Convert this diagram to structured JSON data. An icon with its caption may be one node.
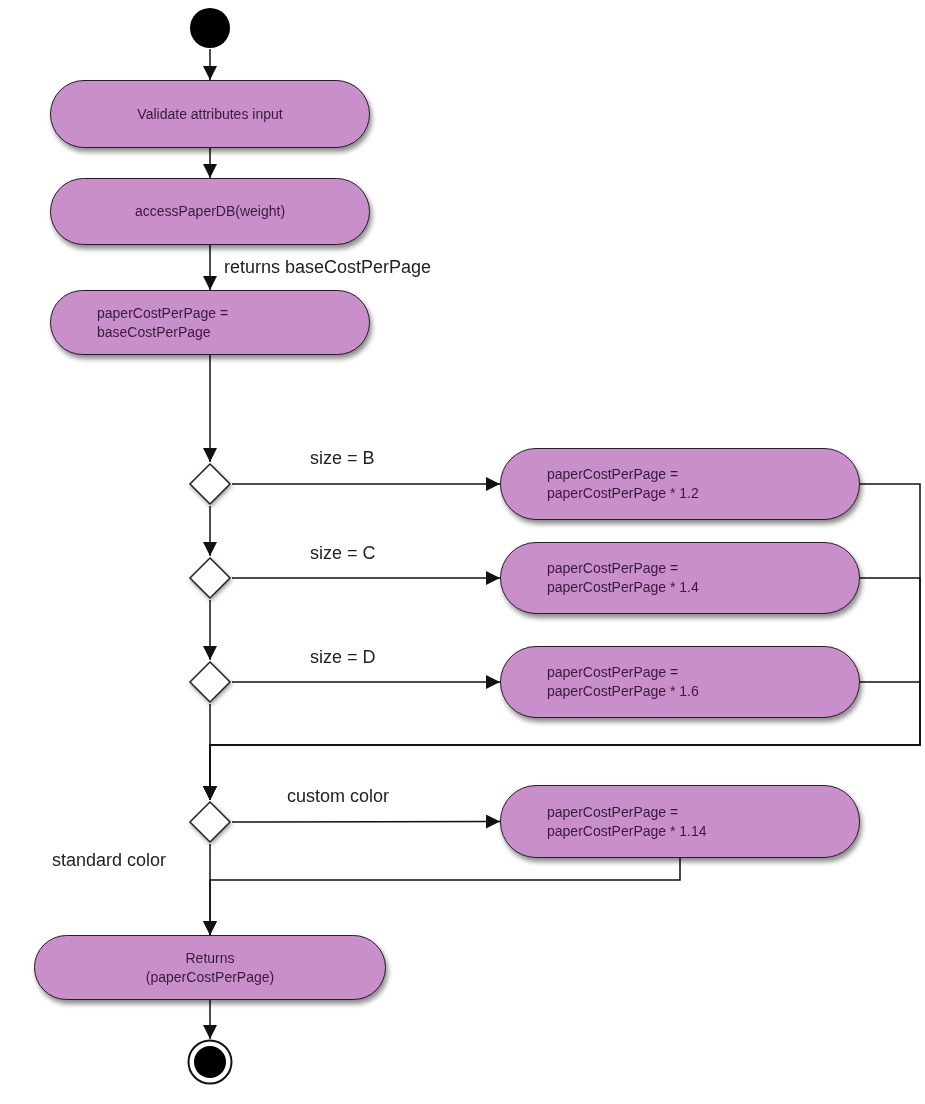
{
  "diagram": {
    "nodes": [
      {
        "text": [],
        "shape": "circle"
      },
      {
        "text": [
          "Validate attributes input"
        ]
      },
      {
        "text": [
          "accessPaperDB(weight)"
        ]
      },
      {
        "text": [
          "paperCostPerPage = baseCostPerPage"
        ]
      },
      {
        "text": [],
        "shape": "diamond"
      },
      {
        "text": [
          "paperCostPerPage = paperCostPerPage * 1.2"
        ]
      },
      {
        "text": [],
        "shape": "diamond"
      },
      {
        "text": [
          "paperCostPerPage = paperCostPerPage * 1.4"
        ]
      },
      {
        "text": [],
        "shape": "diamond"
      },
      {
        "text": [
          "paperCostPerPage = paperCostPerPage * 1.6"
        ]
      },
      {
        "text": [],
        "shape": "diamond"
      },
      {
        "text": [
          "paperCostPerPage = paperCostPerPage * 1.14"
        ]
      },
      {
        "text": [
          "Returns (paperCostPerPage)"
        ]
      },
      {
        "text": [],
        "shape": "bullseye"
      }
    ],
    "edges": [
      {
        "from": 0,
        "to": 1,
        "arrow": "to"
      },
      {
        "from": 1,
        "to": 2,
        "arrow": "to"
      },
      {
        "from": 2,
        "to": 3,
        "arrow": "to",
        "label": "returns baseCostPerPage"
      },
      {
        "from": 3,
        "to": 4,
        "arrow": "to"
      },
      {
        "from": 4,
        "to": 5,
        "arrow": "to",
        "label": "size = B"
      },
      {
        "from": 4,
        "to": 6,
        "arrow": "to"
      },
      {
        "from": 6,
        "to": 7,
        "arrow": "to",
        "label": "size = C"
      },
      {
        "from": 6,
        "to": 8,
        "arrow": "to"
      },
      {
        "from": 8,
        "to": 9,
        "arrow": "to",
        "label": "size = D"
      },
      {
        "from": 8,
        "to": 10,
        "arrow": "to"
      },
      {
        "from": 5,
        "to": 10,
        "arrow": "to"
      },
      {
        "from": 7,
        "to": 10,
        "arrow": "to"
      },
      {
        "from": 9,
        "to": 10,
        "arrow": "to"
      },
      {
        "from": 10,
        "to": 11,
        "arrow": "to",
        "label": "custom color"
      },
      {
        "from": 10,
        "to": 12,
        "arrow": "to",
        "label": "standard color"
      },
      {
        "from": 11,
        "to": 12,
        "arrow": "to"
      },
      {
        "from": 12,
        "to": 13,
        "arrow": "to"
      }
    ]
  }
}
